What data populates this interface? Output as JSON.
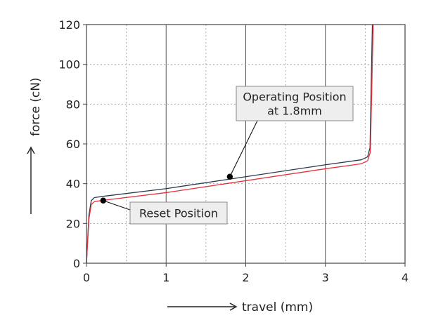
{
  "chart_data": {
    "type": "line",
    "xlabel": "travel (mm)",
    "ylabel": "force (cN)",
    "xlim": [
      0,
      4
    ],
    "ylim": [
      0,
      120
    ],
    "x_ticks": [
      "0",
      "1",
      "2",
      "3",
      "4"
    ],
    "y_ticks": [
      "0",
      "20",
      "40",
      "60",
      "80",
      "100",
      "120"
    ],
    "grid": true,
    "series": [
      {
        "color": "#2b3a4a",
        "x": [
          0,
          0.03,
          0.06,
          0.1,
          0.2,
          1.0,
          2.0,
          3.0,
          3.45,
          3.53,
          3.56,
          3.59
        ],
        "y": [
          0,
          24,
          31.5,
          33,
          33.6,
          37.5,
          43.5,
          49.5,
          52,
          53.5,
          58,
          120
        ]
      },
      {
        "color": "#e8303a",
        "x": [
          0,
          0.03,
          0.06,
          0.1,
          0.2,
          1.0,
          2.0,
          3.0,
          3.45,
          3.53,
          3.565,
          3.6
        ],
        "y": [
          0,
          22,
          29.5,
          31,
          31.6,
          35.5,
          41.5,
          47.5,
          50,
          51.5,
          56,
          120
        ]
      }
    ],
    "annotations": [
      {
        "lines": [
          "Reset Position"
        ],
        "point": {
          "x": 0.21,
          "y": 31.5
        },
        "side": "lower-right"
      },
      {
        "lines": [
          "Operating Position",
          "at 1.8mm"
        ],
        "point": {
          "x": 1.8,
          "y": 43.5
        },
        "side": "upper-right"
      }
    ]
  }
}
